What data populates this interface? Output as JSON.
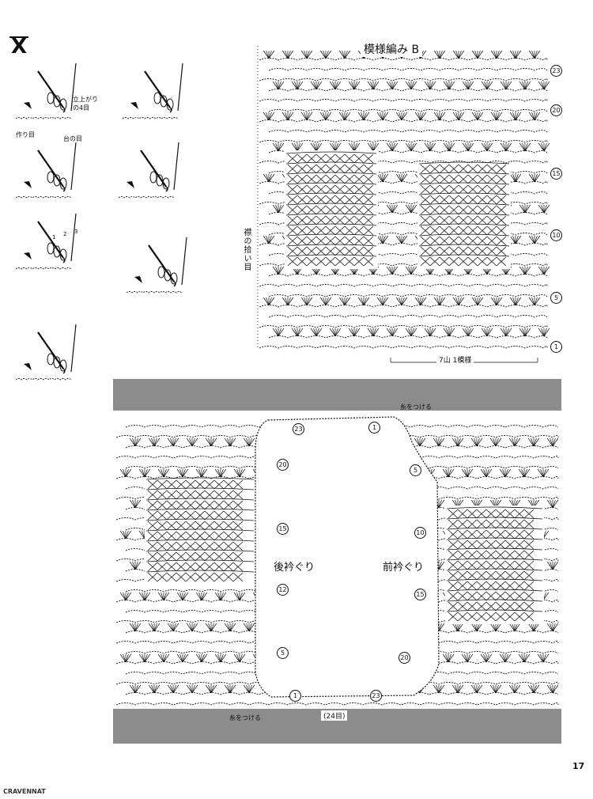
{
  "page": {
    "page_number": "17",
    "watermark": "CRAVENNAT"
  },
  "stitch_illustrations": {
    "symbol": "X",
    "labels": {
      "turning_ch": "立上がり の4目",
      "foundation": "作り目",
      "base_stitch": "台の目"
    },
    "step_numbers": [
      "1",
      "2",
      "3"
    ]
  },
  "chart_b": {
    "title": "模様編み B",
    "repeat_label": "7山 1模様",
    "side_label": "襟の拾い目",
    "row_markers": [
      "23",
      "20",
      "15",
      "10",
      "5",
      "1"
    ]
  },
  "neck_chart": {
    "start_top": "糸をつける",
    "start_bottom": "糸をつける",
    "back_label": "後衿ぐり",
    "front_label": "前衿ぐり",
    "bottom_count": "(24目)",
    "left_markers": [
      "23",
      "20",
      "15",
      "12",
      "5",
      "1"
    ],
    "right_markers": [
      "1",
      "5",
      "10",
      "15",
      "20",
      "23"
    ]
  },
  "colors": {
    "ink": "#111111",
    "band": "#8c8c8c",
    "paper": "#ffffff"
  }
}
